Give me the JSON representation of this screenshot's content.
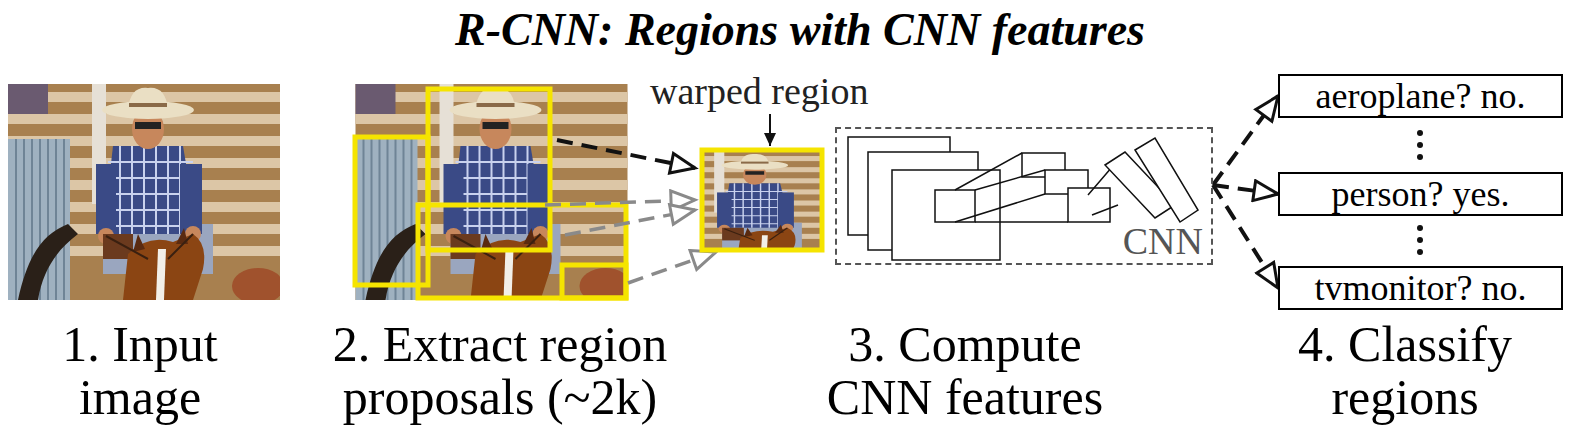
{
  "diagram": {
    "title": "R-CNN: Regions with CNN features",
    "nodes": [
      {
        "text": [
          "CNN"
        ]
      },
      {
        "text": [
          "aeroplane? no."
        ]
      },
      {
        "text": [
          "person? yes."
        ]
      },
      {
        "text": [
          "tvmonitor? no."
        ]
      }
    ],
    "edges": [
      {
        "from": 0,
        "to": 1,
        "arrow": "to"
      },
      {
        "from": 0,
        "to": 2,
        "arrow": "to"
      },
      {
        "from": 0,
        "to": 3,
        "arrow": "to"
      }
    ],
    "labels": [
      "warped region",
      "1. Input image",
      "2. Extract region proposals (~2k)",
      "3. Compute CNN features",
      "4. Classify regions"
    ]
  }
}
